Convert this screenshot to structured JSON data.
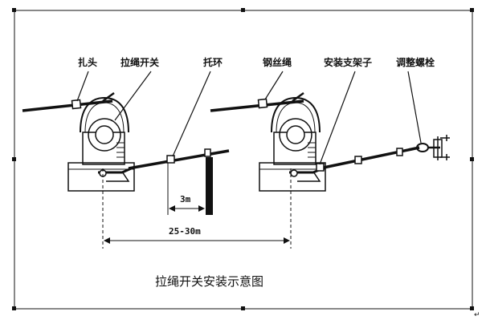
{
  "labels": {
    "tie_head": "扎头",
    "pull_switch_left": "拉绳开关",
    "support_ring": "托环",
    "wire_rope": "钢丝绳",
    "mount_bracket": "安装支架子",
    "adjust_bolt": "调整螺栓"
  },
  "dimensions": {
    "ring_spacing": "3m",
    "switch_spacing": "25-30m"
  },
  "caption": "拉绳开关安装示意图"
}
